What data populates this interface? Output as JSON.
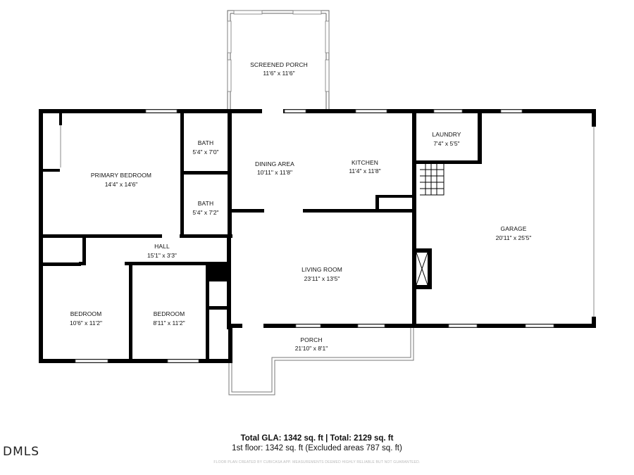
{
  "rooms": {
    "screened_porch": {
      "name": "SCREENED PORCH",
      "dim": "11'6\" x 11'6\""
    },
    "primary_bedroom": {
      "name": "PRIMARY BEDROOM",
      "dim": "14'4\" x 14'6\""
    },
    "bath1": {
      "name": "BATH",
      "dim": "5'4\" x 7'0\""
    },
    "bath2": {
      "name": "BATH",
      "dim": "5'4\" x 7'2\""
    },
    "dining_area": {
      "name": "DINING AREA",
      "dim": "10'11\" x 11'8\""
    },
    "kitchen": {
      "name": "KITCHEN",
      "dim": "11'4\" x 11'8\""
    },
    "laundry": {
      "name": "LAUNDRY",
      "dim": "7'4\" x 5'5\""
    },
    "garage": {
      "name": "GARAGE",
      "dim": "20'11\" x 25'5\""
    },
    "hall": {
      "name": "HALL",
      "dim": "15'1\" x 3'3\""
    },
    "living_room": {
      "name": "LIVING ROOM",
      "dim": "23'11\" x 13'5\""
    },
    "bedroom1": {
      "name": "BEDROOM",
      "dim": "10'6\" x 11'2\""
    },
    "bedroom2": {
      "name": "BEDROOM",
      "dim": "8'11\" x 11'2\""
    },
    "porch": {
      "name": "PORCH",
      "dim": "21'10\" x 8'1\""
    }
  },
  "summary": {
    "line1": "Total GLA: 1342 sq. ft | Total: 2129 sq. ft",
    "line2": "1st floor: 1342 sq. ft (Excluded areas 787 sq. ft)"
  },
  "disclaimer": "FLOOR PLAN CREATED BY CUBICASA APP. MEASUREMENTS DEEMED HIGHLY RELIABLE BUT NOT GUARANTEED.",
  "logo": "DMLS"
}
